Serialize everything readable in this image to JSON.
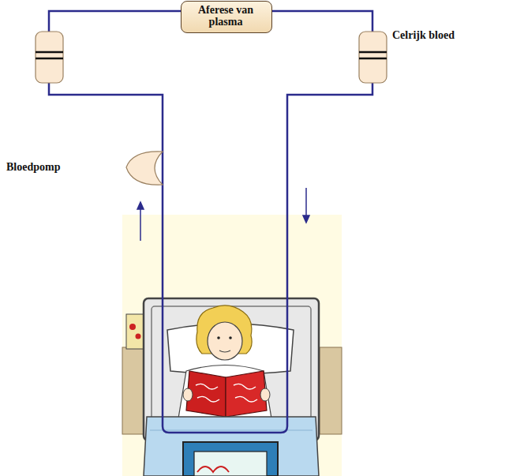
{
  "diagram": {
    "nodes": [
      {
        "text": [
          "Aferese van plasma"
        ]
      }
    ],
    "labels": [
      "Celrijk bloed",
      "Bloedpomp"
    ]
  }
}
